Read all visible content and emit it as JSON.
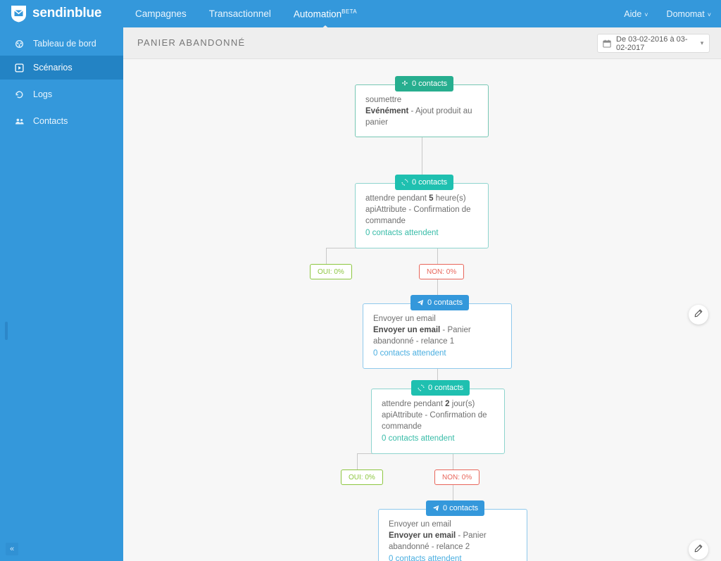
{
  "brand": {
    "name": "sendinblue",
    "logo_icon": "envelope-shield-logo"
  },
  "topnav": {
    "items": [
      {
        "label": "Campagnes",
        "active": false
      },
      {
        "label": "Transactionnel",
        "active": false
      },
      {
        "label": "Automation",
        "superscript": "BETA",
        "active": true
      }
    ],
    "right": [
      {
        "label": "Aide",
        "caret": "˅"
      },
      {
        "label": "Domomat",
        "caret": "˅"
      }
    ]
  },
  "sidebar": {
    "items": [
      {
        "label": "Tableau de bord",
        "icon": "dashboard-icon",
        "glyph": "⛭",
        "active": false
      },
      {
        "label": "Scénarios",
        "icon": "scenarios-icon",
        "glyph": "▶",
        "active": true
      },
      {
        "label": "Logs",
        "icon": "history-icon",
        "glyph": "↺",
        "active": false
      },
      {
        "label": "Contacts",
        "icon": "contacts-icon",
        "glyph": "♟",
        "active": false
      }
    ],
    "collapse_label": "«"
  },
  "page": {
    "title": "PANIER ABANDONNÉ",
    "daterange": {
      "value": "De 03-02-2016 à 03-02-2017",
      "calendar_icon": "calendar-icon",
      "caret": "▾"
    }
  },
  "workflow": {
    "nodes": [
      {
        "id": "entry",
        "type": "trigger",
        "badge": {
          "count": "0 contacts",
          "icon": "puzzle-icon",
          "color": "#27ae8f"
        },
        "line1": "soumettre",
        "line2_strong": "Evénément",
        "line2_rest": " - Ajout produit au panier",
        "waiting": null
      },
      {
        "id": "wait1",
        "type": "wait",
        "badge": {
          "count": "0 contacts",
          "icon": "refresh-icon",
          "color": "#1fc0b0"
        },
        "line1_pre": "attendre pendant ",
        "line1_strong": "5",
        "line1_post": " heure(s)",
        "line2": "apiAttribute - Confirmation de commande",
        "waiting": "0 contacts attendent"
      },
      {
        "id": "email1",
        "type": "email",
        "badge": {
          "count": "0 contacts",
          "icon": "send-icon",
          "color": "#3498db"
        },
        "line1": "Envoyer un email",
        "line2_strong": "Envoyer un email",
        "line2_rest": " - Panier abandonné - relance 1",
        "waiting": "0 contacts attendent"
      },
      {
        "id": "wait2",
        "type": "wait",
        "badge": {
          "count": "0 contacts",
          "icon": "refresh-icon",
          "color": "#1fc0b0"
        },
        "line1_pre": "attendre pendant ",
        "line1_strong": "2",
        "line1_post": " jour(s)",
        "line2": "apiAttribute - Confirmation de commande",
        "waiting": "0 contacts attendent"
      },
      {
        "id": "email2",
        "type": "email",
        "badge": {
          "count": "0 contacts",
          "icon": "send-icon",
          "color": "#3498db"
        },
        "line1": "Envoyer un email",
        "line2_strong": "Envoyer un email",
        "line2_rest": " - Panier abandonné - relance 2",
        "waiting": "0 contacts attendent"
      }
    ],
    "branches": [
      {
        "id": "b1-oui",
        "label": "OUI: 0%",
        "color": "#8cc63f"
      },
      {
        "id": "b1-non",
        "label": "NON: 0%",
        "color": "#e8655a"
      },
      {
        "id": "b2-oui",
        "label": "OUI: 0%",
        "color": "#8cc63f"
      },
      {
        "id": "b2-non",
        "label": "NON: 0%",
        "color": "#e8655a"
      }
    ],
    "edit_buttons": [
      {
        "id": "edit-1",
        "icon": "pencil-icon"
      },
      {
        "id": "edit-2",
        "icon": "pencil-icon"
      }
    ]
  },
  "colors": {
    "brand_blue": "#3498db",
    "sidebar_active": "#2383c4",
    "trigger_green": "#27ae8f",
    "wait_teal": "#1fc0b0",
    "email_blue": "#3498db",
    "yes_green": "#8cc63f",
    "no_red": "#e8655a",
    "canvas_bg": "#f7f7f7"
  }
}
